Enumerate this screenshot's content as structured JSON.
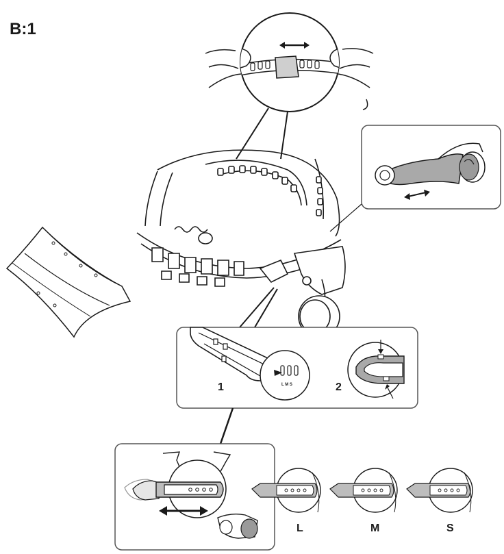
{
  "figure_label": "B:1",
  "panels": {
    "clip_steps": {
      "step1": "1",
      "step2": "2",
      "size_marks": "L M S"
    },
    "sizes": {
      "large": "L",
      "medium": "M",
      "small": "S"
    }
  },
  "colors": {
    "line": "#1a1a1a",
    "grey": "#9a9a9a",
    "frame": "#555555"
  }
}
